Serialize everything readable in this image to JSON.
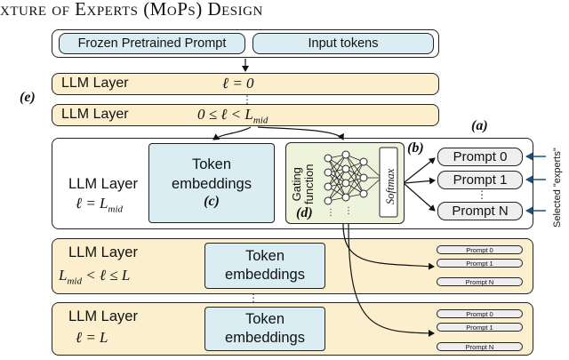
{
  "heading": "xture of Experts (MoPs) Design",
  "top_row": {
    "frozen_prompt": "Frozen Pretrained Prompt",
    "input_tokens": "Input tokens"
  },
  "layer_first": {
    "label": "LLM Layer",
    "condition": "ℓ = 0"
  },
  "layer_second": {
    "label": "LLM Layer",
    "condition": "0 ≤ ℓ < L",
    "condition_sub": "mid"
  },
  "mark_e": "(e)",
  "mark_a": "(a)",
  "mark_b": "(b)",
  "mark_c": "(c)",
  "mark_d": "(d)",
  "ellipsis": "⋮",
  "mid_layer": {
    "label": "LLM Layer",
    "condition": "ℓ = L",
    "condition_sub": "mid",
    "token_box": [
      "Token",
      "embeddings"
    ],
    "gating": [
      "Gating",
      "function"
    ],
    "softmax": "Softmax"
  },
  "prompts": [
    "Prompt 0",
    "Prompt 1",
    "Prompt N"
  ],
  "selected_label": "Selected \"experts\"",
  "layer_upper": {
    "label": "LLM Layer",
    "condition_pre": "L",
    "condition_pre_sub": "mid",
    "condition_post": " < ℓ ≤ L",
    "token_box": [
      "Token",
      "embeddings"
    ],
    "prompts": [
      "Prompt 0",
      "Prompt 1",
      "Prompt N"
    ]
  },
  "layer_last": {
    "label": "LLM Layer",
    "condition": "ℓ = L",
    "token_box": [
      "Token",
      "embeddings"
    ],
    "prompts": [
      "Prompt 0",
      "Prompt 1",
      "Prompt N"
    ]
  },
  "colors": {
    "layer_fill": "#fbefce",
    "token_fill": "#d9edf3",
    "gate_fill": "#eef3dc",
    "prompt_fill": "#eeeeee",
    "arrow_selected": "#1f4e79"
  }
}
